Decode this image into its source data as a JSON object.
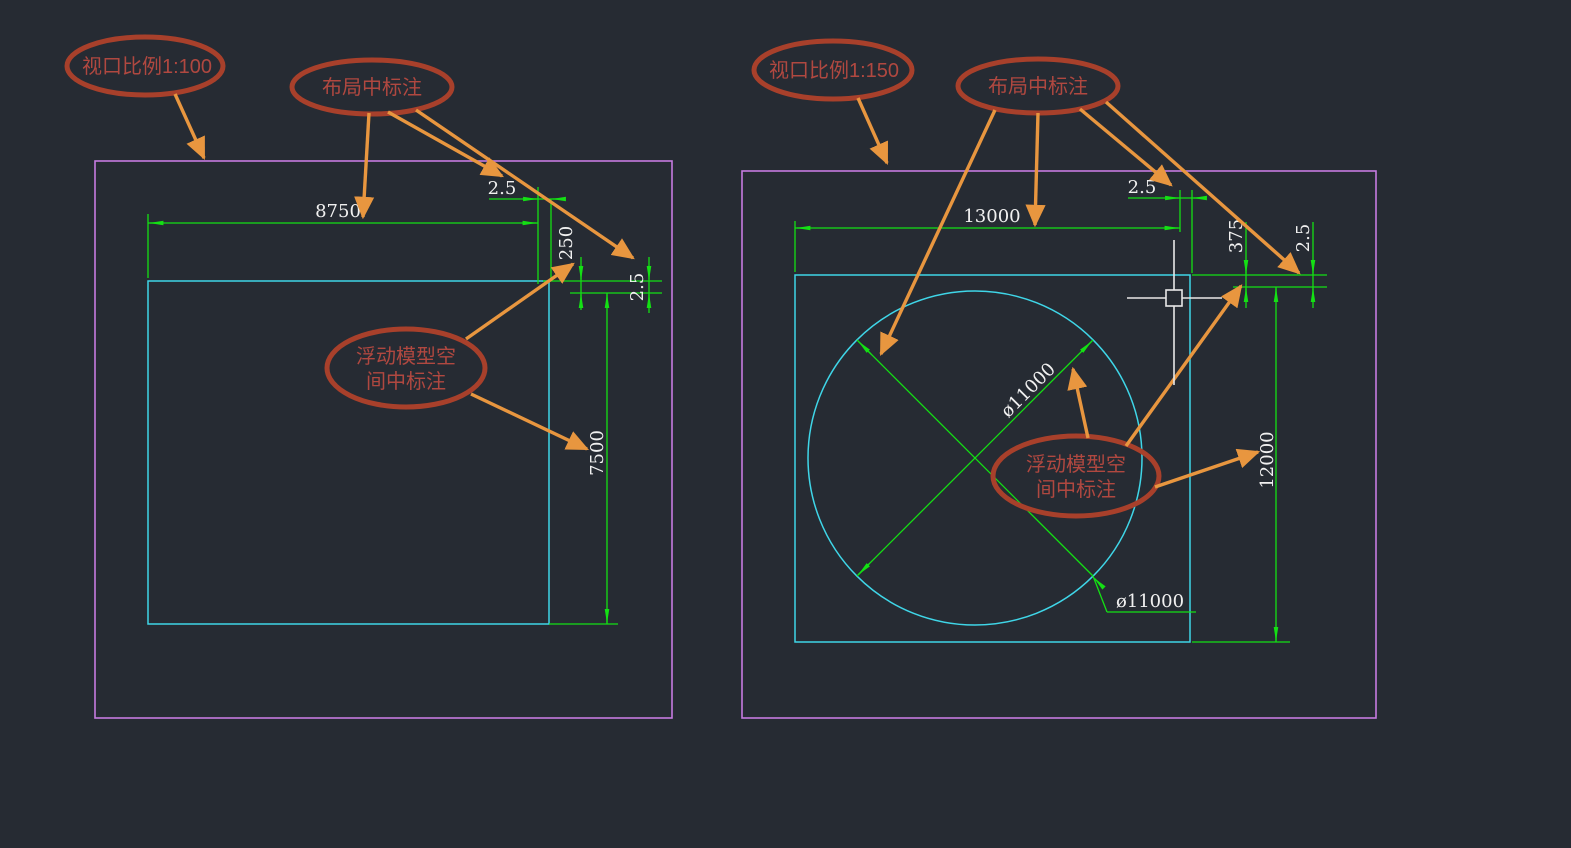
{
  "app": {
    "description": "AutoCAD layout paper-space screenshot with two viewports showing layout dimensions vs floating model space dimensions"
  },
  "colors": {
    "background": "#262b33",
    "viewport_border": "#c57be0",
    "model_geometry": "#3fd6e8",
    "dimension_lines": "#14e014",
    "dimension_text": "#f0f0f0",
    "annotation_ellipse": "#a8402b",
    "annotation_text": "#b04840",
    "callout_arrow": "#e8963f",
    "crosshair": "#e8e8e8"
  },
  "left_viewport": {
    "scale_label": "视口比例1:100",
    "layout_label": "布局中标注",
    "float_label_line1": "浮动模型空",
    "float_label_line2": "间中标注",
    "dim_width": "8750",
    "dim_gap_paper_top": "2.5",
    "dim_gap_model": "250",
    "dim_gap_paper_side": "2.5",
    "dim_height": "7500"
  },
  "right_viewport": {
    "scale_label": "视口比例1:150",
    "layout_label": "布局中标注",
    "float_label_line1": "浮动模型空",
    "float_label_line2": "间中标注",
    "dim_width": "13000",
    "dim_gap_paper_top": "2.5",
    "dim_gap_model": "375",
    "dim_gap_paper_side": "2.5",
    "dim_height": "12000",
    "dim_diameter": "ø11000",
    "dim_diameter_leader": "ø11000"
  }
}
